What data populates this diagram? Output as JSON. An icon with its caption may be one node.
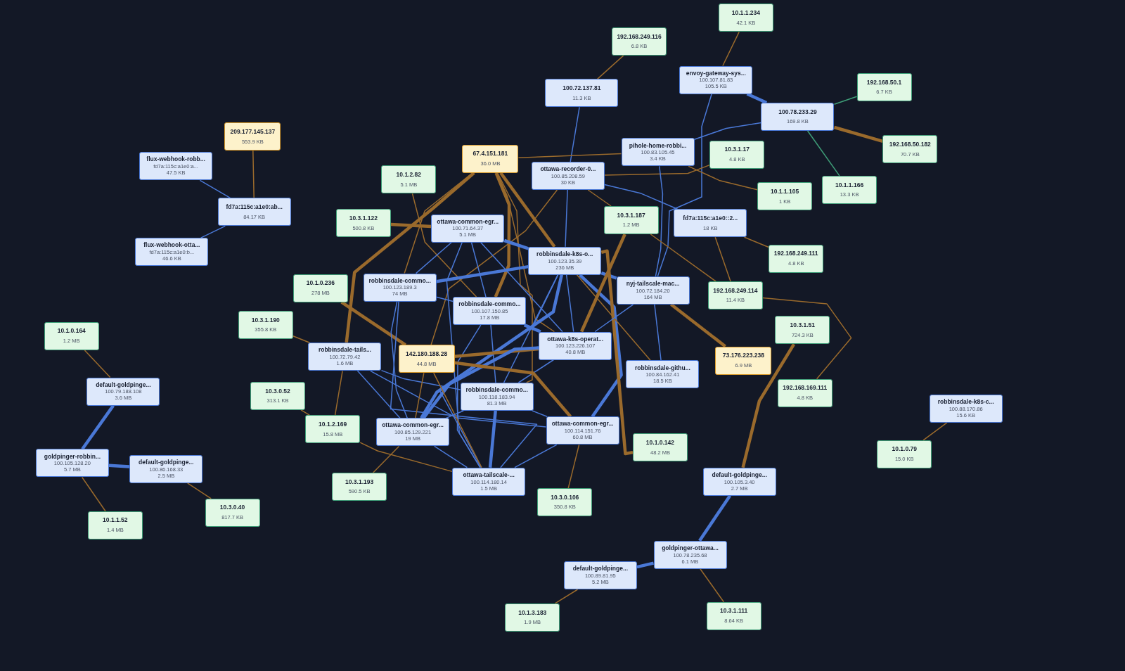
{
  "diagram": {
    "nodes": [
      {
        "text": [
          "10.1.1.234",
          "42.1 KB"
        ]
      },
      {
        "text": [
          "192.168.249.116",
          "6.8 KB"
        ]
      },
      {
        "text": [
          "100.72.137.81",
          "11.3 KB"
        ]
      },
      {
        "text": [
          "envoy-gateway-sys...",
          "100.107.81.83",
          "105.5 KB"
        ]
      },
      {
        "text": [
          "100.78.233.29",
          "169.8 KB"
        ]
      },
      {
        "text": [
          "192.168.50.1",
          "6.7 KB"
        ]
      },
      {
        "text": [
          "192.168.50.182",
          "70.7 KB"
        ]
      },
      {
        "text": [
          "pihole-home-robbi...",
          "100.83.105.45",
          "3.4 KB"
        ]
      },
      {
        "text": [
          "10.3.1.17",
          "4.8 KB"
        ]
      },
      {
        "text": [
          "67.4.151.181",
          "36.0 MB"
        ]
      },
      {
        "text": [
          "10.1.2.82",
          "5.1 MB"
        ]
      },
      {
        "text": [
          "ottawa-recorder-0...",
          "100.85.208.59",
          "30 KB"
        ]
      },
      {
        "text": [
          "10.1.1.105",
          "1 KB"
        ]
      },
      {
        "text": [
          "10.1.1.166",
          "13.3 KB"
        ]
      },
      {
        "text": [
          "10.3.1.122",
          "500.8 KB"
        ]
      },
      {
        "text": [
          "ottawa-common-egr...",
          "100.71.64.37",
          "5.1 MB"
        ]
      },
      {
        "text": [
          "10.3.1.187",
          "1.2 MB"
        ]
      },
      {
        "text": [
          "fd7a:115c:a1e0::2...",
          "18 KB"
        ]
      },
      {
        "text": [
          "192.168.249.111",
          "4.8 KB"
        ]
      },
      {
        "text": [
          "robbinsdale-k8s-o...",
          "100.123.35.39",
          "236 MB"
        ]
      },
      {
        "text": [
          "10.1.0.236",
          "278 MB"
        ]
      },
      {
        "text": [
          "robbinsdale-commo...",
          "100.123.189.3",
          "74 MB"
        ]
      },
      {
        "text": [
          "nyj-tailscale-mac...",
          "100.72.184.20",
          "164 MB"
        ]
      },
      {
        "text": [
          "192.168.249.114",
          "11.4 KB"
        ]
      },
      {
        "text": [
          "robbinsdale-commo...",
          "100.107.150.85",
          "17.8 MB"
        ]
      },
      {
        "text": [
          "10.3.1.190",
          "355.8 KB"
        ]
      },
      {
        "text": [
          "10.3.1.51",
          "724.3 KB"
        ]
      },
      {
        "text": [
          "ottawa-k8s-operat...",
          "100.123.226.107",
          "40.8 MB"
        ]
      },
      {
        "text": [
          "robbinsdale-tails...",
          "100.72.79.42",
          "1.6 MB"
        ]
      },
      {
        "text": [
          "142.180.188.28",
          "44.8 MB"
        ]
      },
      {
        "text": [
          "73.176.223.238",
          "6.9 MB"
        ]
      },
      {
        "text": [
          "robbinsdale-githu...",
          "100.84.162.41",
          "18.5 KB"
        ]
      },
      {
        "text": [
          "10.1.0.164",
          "1.2 MB"
        ]
      },
      {
        "text": [
          "default-goldpinge...",
          "100.79.188.108",
          "3.6 MB"
        ]
      },
      {
        "text": [
          "10.3.0.52",
          "313.1 KB"
        ]
      },
      {
        "text": [
          "robbinsdale-commo...",
          "100.118.183.94",
          "81.3 MB"
        ]
      },
      {
        "text": [
          "192.168.169.111",
          "4.8 KB"
        ]
      },
      {
        "text": [
          "robbinsdale-k8s-c...",
          "100.88.170.86",
          "15.6 KB"
        ]
      },
      {
        "text": [
          "10.1.2.169",
          "15.8 MB"
        ]
      },
      {
        "text": [
          "ottawa-common-egr...",
          "100.85.129.221",
          "19 MB"
        ]
      },
      {
        "text": [
          "ottawa-common-egr...",
          "100.114.151.76",
          "60.8 MB"
        ]
      },
      {
        "text": [
          "10.1.0.79",
          "15.0 KB"
        ]
      },
      {
        "text": [
          "10.1.0.142",
          "48.2 MB"
        ]
      },
      {
        "text": [
          "goldpinger-robbin...",
          "100.105.128.20",
          "5.7 MB"
        ]
      },
      {
        "text": [
          "default-goldpinge...",
          "100.86.168.33",
          "2.5 MB"
        ]
      },
      {
        "text": [
          "ottawa-tailscale-...",
          "100.114.180.14",
          "1.5 MB"
        ]
      },
      {
        "text": [
          "10.3.1.193",
          "590.5 KB"
        ]
      },
      {
        "text": [
          "default-goldpinge...",
          "100.105.3.40",
          "2.7 MB"
        ]
      },
      {
        "text": [
          "10.3.0.106",
          "350.8 KB"
        ]
      },
      {
        "text": [
          "10.3.0.40",
          "817.7 KB"
        ]
      },
      {
        "text": [
          "10.1.1.52",
          "1.4 MB"
        ]
      },
      {
        "text": [
          "goldpinger-ottawa...",
          "100.78.235.68",
          "6.1 MB"
        ]
      },
      {
        "text": [
          "default-goldpinge...",
          "100.89.81.95",
          "5.2 MB"
        ]
      },
      {
        "text": [
          "10.1.3.183",
          "1.9 MB"
        ]
      },
      {
        "text": [
          "10.3.1.111",
          "8.64 KB"
        ]
      },
      {
        "text": [
          "fd7a:115c:a1e0:ab...",
          "84.17 KB"
        ]
      },
      {
        "text": [
          "flux-webhook-robb...",
          "fd7a:115c:a1e0:a...",
          "47.5 KB"
        ]
      },
      {
        "text": [
          "flux-webhook-otta...",
          "fd7a:115c:a1e0:b...",
          "46.6 KB"
        ]
      },
      {
        "text": [
          "209.177.145.137",
          "553.9 KB"
        ]
      }
    ],
    "edges": [
      {
        "from": 0,
        "to": 3,
        "arrow": "none"
      },
      {
        "from": 1,
        "to": 2,
        "arrow": "none"
      },
      {
        "from": 2,
        "to": 11,
        "arrow": "none",
        "color": "#4a78d6"
      },
      {
        "from": 3,
        "to": 4,
        "arrow": "none",
        "color": "#4a78d6",
        "style": "thick"
      },
      {
        "from": 3,
        "to": 22,
        "arrow": "none",
        "color": "#4a78d6"
      },
      {
        "from": 4,
        "to": 5,
        "arrow": "none",
        "color": "#3f9e78"
      },
      {
        "from": 4,
        "to": 6,
        "arrow": "none",
        "style": "thick"
      },
      {
        "from": 4,
        "to": 13,
        "arrow": "none",
        "color": "#3f9e78"
      },
      {
        "from": 4,
        "to": 7,
        "arrow": "none",
        "color": "#4a78d6"
      },
      {
        "from": 11,
        "to": 8,
        "arrow": "none"
      },
      {
        "from": 7,
        "to": 12,
        "arrow": "none"
      },
      {
        "from": 9,
        "to": 7,
        "arrow": "none"
      },
      {
        "from": 7,
        "to": 22,
        "arrow": "none",
        "color": "#4a78d6"
      },
      {
        "from": 11,
        "to": 19,
        "arrow": "none",
        "color": "#4a78d6"
      },
      {
        "from": 11,
        "to": 17,
        "arrow": "none",
        "color": "#4a78d6"
      },
      {
        "from": 11,
        "to": 16,
        "arrow": "none"
      },
      {
        "from": 11,
        "to": 29,
        "arrow": "none"
      },
      {
        "from": 10,
        "to": 24,
        "arrow": "none"
      },
      {
        "from": 14,
        "to": 15,
        "arrow": "none",
        "style": "thick"
      },
      {
        "from": 9,
        "to": 28,
        "arrow": "none",
        "style": "thick"
      },
      {
        "from": 9,
        "to": 21,
        "arrow": "none"
      },
      {
        "from": 9,
        "to": 24,
        "arrow": "none",
        "style": "thick"
      },
      {
        "from": 9,
        "to": 35,
        "arrow": "none"
      },
      {
        "from": 9,
        "to": 19,
        "arrow": "none",
        "style": "thick"
      },
      {
        "from": 9,
        "to": 27,
        "arrow": "none"
      },
      {
        "from": 15,
        "to": 19,
        "arrow": "none",
        "color": "#4a78d6",
        "style": "thick"
      },
      {
        "from": 15,
        "to": 21,
        "arrow": "none",
        "color": "#4a78d6"
      },
      {
        "from": 15,
        "to": 24,
        "arrow": "none",
        "color": "#4a78d6"
      },
      {
        "from": 15,
        "to": 27,
        "arrow": "none",
        "color": "#4a78d6"
      },
      {
        "from": 15,
        "to": 45,
        "arrow": "none",
        "color": "#4a78d6"
      },
      {
        "from": 19,
        "to": 21,
        "arrow": "none",
        "color": "#4a78d6",
        "style": "thick"
      },
      {
        "from": 19,
        "to": 22,
        "arrow": "none",
        "color": "#4a78d6",
        "style": "thick"
      },
      {
        "from": 19,
        "to": 27,
        "arrow": "none",
        "color": "#4a78d6"
      },
      {
        "from": 19,
        "to": 35,
        "arrow": "none",
        "color": "#4a78d6"
      },
      {
        "from": 19,
        "to": 39,
        "arrow": "none",
        "color": "#4a78d6",
        "style": "thick"
      },
      {
        "from": 19,
        "to": 45,
        "arrow": "none",
        "color": "#4a78d6"
      },
      {
        "from": 19,
        "to": 40,
        "arrow": "none",
        "color": "#4a78d6",
        "style": "thick"
      },
      {
        "from": 19,
        "to": 31,
        "arrow": "none"
      },
      {
        "from": 19,
        "to": 42,
        "arrow": "none",
        "style": "thick"
      },
      {
        "from": 16,
        "to": 27,
        "arrow": "none",
        "style": "thick"
      },
      {
        "from": 16,
        "to": 23,
        "arrow": "none"
      },
      {
        "from": 17,
        "to": 23,
        "arrow": "none"
      },
      {
        "from": 17,
        "to": 18,
        "arrow": "none"
      },
      {
        "from": 22,
        "to": 30,
        "arrow": "none",
        "style": "thick"
      },
      {
        "from": 22,
        "to": 31,
        "arrow": "none",
        "color": "#4a78d6"
      },
      {
        "from": 22,
        "to": 27,
        "arrow": "none",
        "color": "#4a78d6"
      },
      {
        "from": 23,
        "to": 36,
        "arrow": "none"
      },
      {
        "from": 26,
        "to": 47,
        "arrow": "none",
        "style": "thick"
      },
      {
        "from": 20,
        "to": 29,
        "arrow": "none",
        "style": "thick"
      },
      {
        "from": 21,
        "to": 24,
        "arrow": "none",
        "color": "#4a78d6"
      },
      {
        "from": 21,
        "to": 45,
        "arrow": "none",
        "color": "#4a78d6"
      },
      {
        "from": 21,
        "to": 39,
        "arrow": "none",
        "color": "#4a78d6"
      },
      {
        "from": 24,
        "to": 27,
        "arrow": "none",
        "color": "#4a78d6",
        "style": "thick"
      },
      {
        "from": 24,
        "to": 35,
        "arrow": "none",
        "color": "#4a78d6"
      },
      {
        "from": 24,
        "to": 45,
        "arrow": "none",
        "color": "#4a78d6"
      },
      {
        "from": 25,
        "to": 28,
        "arrow": "none"
      },
      {
        "from": 27,
        "to": 29,
        "arrow": "none",
        "style": "thick"
      },
      {
        "from": 27,
        "to": 35,
        "arrow": "none",
        "color": "#4a78d6"
      },
      {
        "from": 27,
        "to": 39,
        "arrow": "none",
        "color": "#4a78d6",
        "style": "thick"
      },
      {
        "from": 28,
        "to": 35,
        "arrow": "none",
        "color": "#4a78d6"
      },
      {
        "from": 28,
        "to": 39,
        "arrow": "none",
        "color": "#4a78d6"
      },
      {
        "from": 28,
        "to": 40,
        "arrow": "none",
        "color": "#4a78d6"
      },
      {
        "from": 29,
        "to": 40,
        "arrow": "none",
        "style": "thick"
      },
      {
        "from": 29,
        "to": 45,
        "arrow": "none"
      },
      {
        "from": 29,
        "to": 39,
        "arrow": "none"
      },
      {
        "from": 34,
        "to": 38,
        "arrow": "none"
      },
      {
        "from": 38,
        "to": 28,
        "arrow": "none"
      },
      {
        "from": 38,
        "to": 45,
        "arrow": "none"
      },
      {
        "from": 39,
        "to": 46,
        "arrow": "none"
      },
      {
        "from": 35,
        "to": 40,
        "arrow": "none",
        "color": "#4a78d6"
      },
      {
        "from": 35,
        "to": 45,
        "arrow": "none",
        "color": "#4a78d6",
        "style": "thick"
      },
      {
        "from": 35,
        "to": 39,
        "arrow": "none",
        "color": "#4a78d6"
      },
      {
        "from": 39,
        "to": 45,
        "arrow": "none",
        "color": "#4a78d6"
      },
      {
        "from": 40,
        "to": 45,
        "arrow": "none",
        "color": "#4a78d6"
      },
      {
        "from": 40,
        "to": 48,
        "arrow": "none"
      },
      {
        "from": 32,
        "to": 33,
        "arrow": "none"
      },
      {
        "from": 33,
        "to": 43,
        "arrow": "none",
        "color": "#4a78d6",
        "style": "thick"
      },
      {
        "from": 43,
        "to": 44,
        "arrow": "none",
        "color": "#4a78d6",
        "style": "thick"
      },
      {
        "from": 43,
        "to": 50,
        "arrow": "none"
      },
      {
        "from": 44,
        "to": 49,
        "arrow": "none"
      },
      {
        "from": 55,
        "to": 58,
        "arrow": "none"
      },
      {
        "from": 55,
        "to": 56,
        "arrow": "none",
        "color": "#4a78d6"
      },
      {
        "from": 55,
        "to": 57,
        "arrow": "none",
        "color": "#4a78d6"
      },
      {
        "from": 37,
        "to": 41,
        "arrow": "none"
      },
      {
        "from": 47,
        "to": 51,
        "arrow": "none",
        "color": "#4a78d6",
        "style": "thick"
      },
      {
        "from": 51,
        "to": 52,
        "arrow": "none",
        "color": "#4a78d6",
        "style": "thick"
      },
      {
        "from": 51,
        "to": 54,
        "arrow": "none"
      },
      {
        "from": 52,
        "to": 53,
        "arrow": "none"
      }
    ]
  }
}
